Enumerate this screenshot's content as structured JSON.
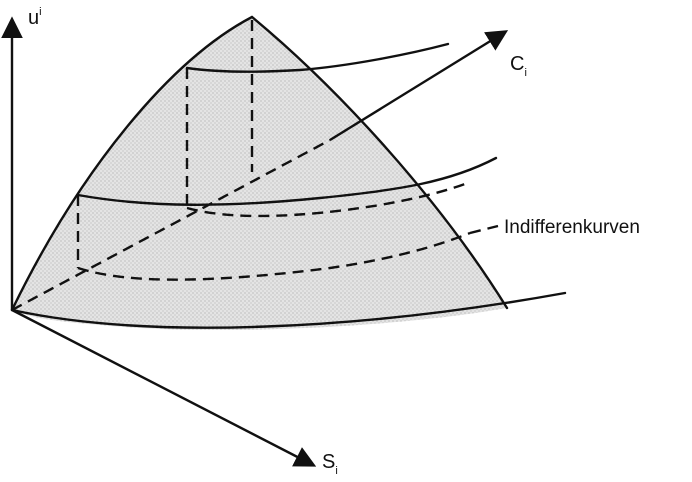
{
  "axes": {
    "vertical": {
      "label": "u",
      "superscript": "i"
    },
    "c_axis": {
      "label": "C",
      "subscript": "i"
    },
    "s_axis": {
      "label": "S",
      "subscript": "i"
    }
  },
  "annotation": {
    "label": "Indifferenkurven"
  },
  "colors": {
    "surface_fill": "#dcdcdc",
    "line": "#111111",
    "background": "#ffffff"
  }
}
